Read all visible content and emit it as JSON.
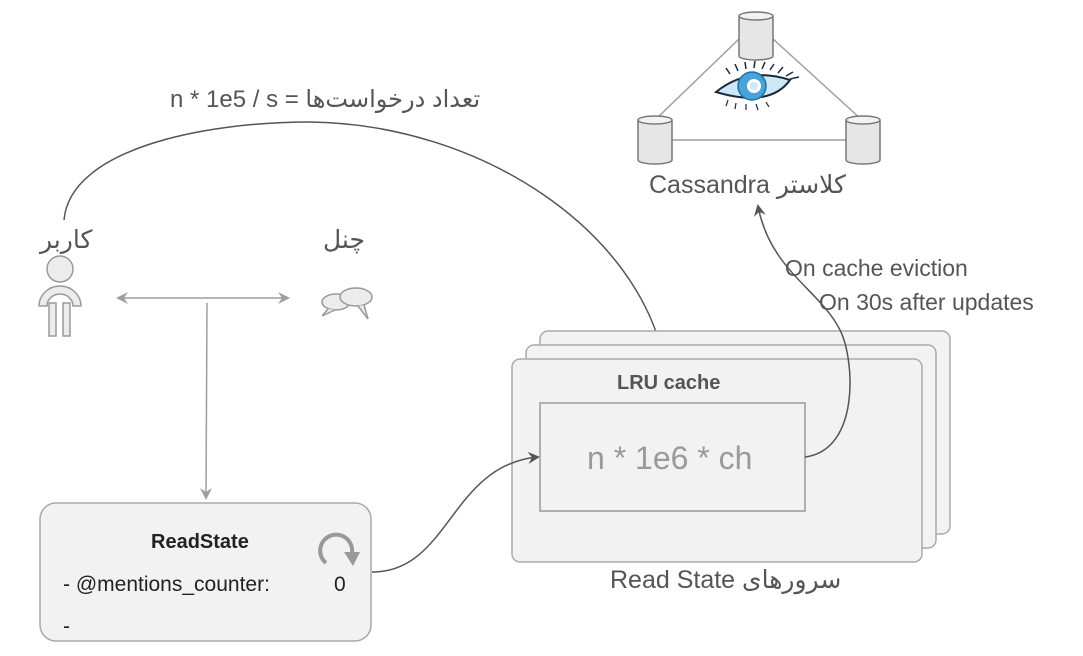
{
  "diagram": {
    "request_rate_label": "تعداد درخواست‌ها = n * 1e5 / s",
    "cassandra": {
      "label": "کلاستر Cassandra",
      "logo_icon": "cassandra-eye-icon",
      "node_icon": "database-cylinder-icon",
      "node_count": 3
    },
    "user": {
      "label": "کاربر",
      "icon": "user-icon"
    },
    "channel": {
      "label": "چنل",
      "icon": "chat-bubbles-icon"
    },
    "persist_note": {
      "line1": "On cache eviction",
      "line2": "On 30s after updates"
    },
    "read_state_servers": {
      "label": "سرورهای Read State",
      "cache_title": "LRU cache",
      "cache_size": "n * 1e6 * ch",
      "stack_depth": 3
    },
    "read_state_object": {
      "title": "ReadState",
      "refresh_icon": "refresh-icon",
      "fields": [
        {
          "name": "- @mentions_counter:",
          "value": "0"
        },
        {
          "name": "-",
          "value": ""
        }
      ]
    },
    "colors": {
      "stroke_light": "#9e9e9e",
      "stroke_dark": "#555555",
      "fill_box": "#f2f2f2",
      "eye_blue": "#4aa3d8",
      "eye_light": "#cde8f6"
    }
  }
}
